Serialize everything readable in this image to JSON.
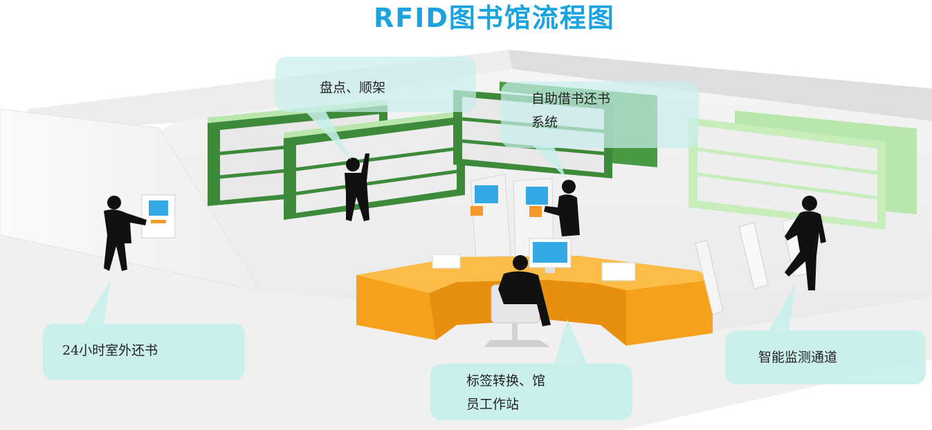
{
  "title": "RFID图书馆流程图",
  "labels": {
    "inventory_line1": "盘点、顺架",
    "selfservice_line1": "自助借书还书",
    "selfservice_line2": "系统",
    "outdoor_return": "24小时室外还书",
    "station_line1": "标签转换、馆",
    "station_line2": "员工作站",
    "gate": "智能监测通道"
  },
  "colors": {
    "title": "#1aa3de",
    "callout_bg": "#c8f0ec",
    "shelf_dark_green": "#3d8a3a",
    "shelf_light_green": "#b9e6ad",
    "desk_orange": "#f5a11c",
    "kiosk_screen": "#35a8e6",
    "kiosk_accent": "#f59a2a",
    "silhouette": "#111111"
  },
  "icons": [
    "kiosk-icon",
    "bookshelf-icon",
    "person-silhouette-icon",
    "monitor-icon",
    "security-gate-icon",
    "chair-icon"
  ]
}
